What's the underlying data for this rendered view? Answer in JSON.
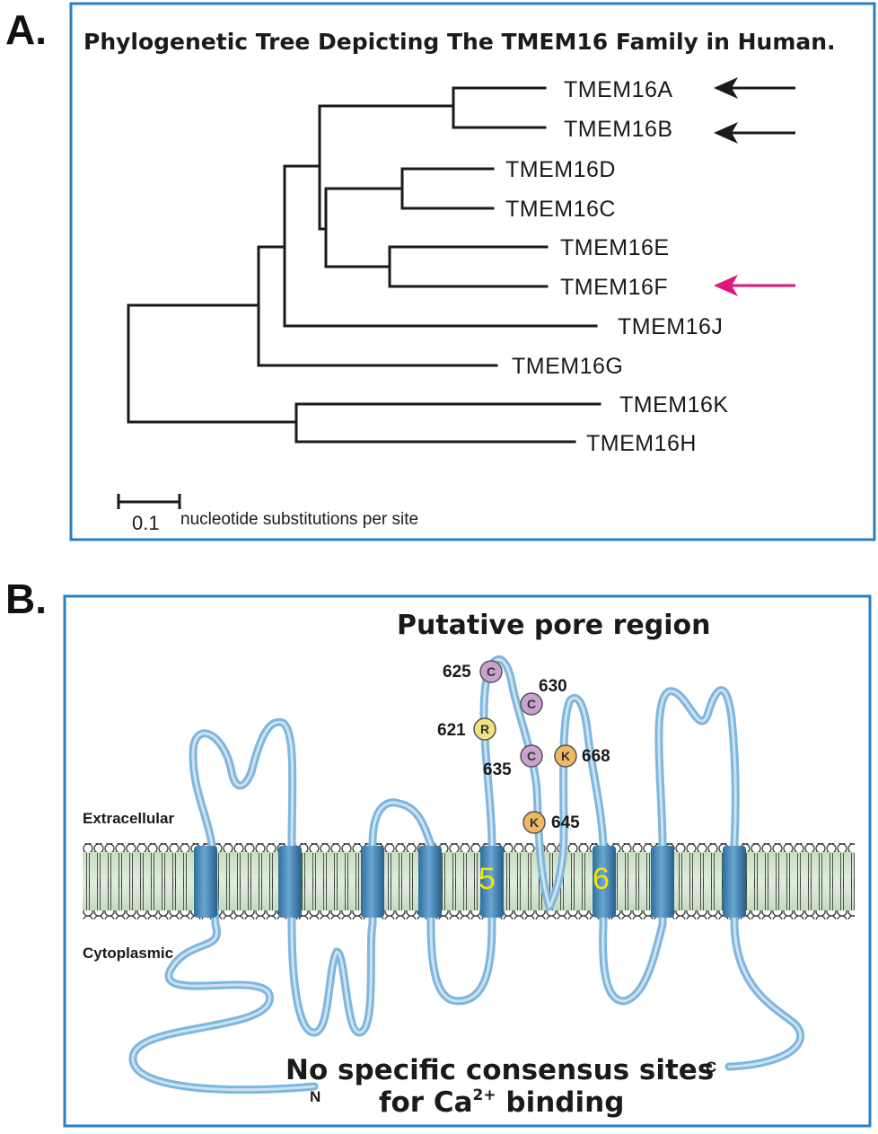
{
  "panel_a": {
    "letter": "A.",
    "title": "Phylogenetic Tree Depicting The TMEM16 Family in Human.",
    "leaves": [
      "TMEM16A",
      "TMEM16B",
      "TMEM16D",
      "TMEM16C",
      "TMEM16E",
      "TMEM16F",
      "TMEM16J",
      "TMEM16G",
      "TMEM16K",
      "TMEM16H"
    ],
    "scale_value": "0.1",
    "scale_label": "nucleotide substitutions per site",
    "arrow_colors": {
      "black": "#1a1a1a",
      "magenta": "#e0157a"
    },
    "frame_color": "#2a7fc1"
  },
  "panel_b": {
    "letter": "B.",
    "title": "Putative pore region",
    "extracellular": "Extracellular",
    "cytoplasmic": "Cytoplasmic",
    "helix_labels": [
      "5",
      "6"
    ],
    "residues": [
      {
        "letter": "C",
        "number": "625",
        "color": "#c9a3cf"
      },
      {
        "letter": "C",
        "number": "630",
        "color": "#c9a3cf"
      },
      {
        "letter": "R",
        "number": "621",
        "color": "#f1e27c"
      },
      {
        "letter": "C",
        "number": "635",
        "color": "#c9a3cf"
      },
      {
        "letter": "K",
        "number": "668",
        "color": "#f0b862"
      },
      {
        "letter": "K",
        "number": "645",
        "color": "#f0b862"
      }
    ],
    "bottom_line1": "No specific consensus sites",
    "bottom_line2_pre": "for Ca",
    "bottom_line2_sup": "2+",
    "bottom_line2_post": " binding",
    "n_term": "N",
    "c_term": "C",
    "chain_color": "#7fb6dc"
  }
}
